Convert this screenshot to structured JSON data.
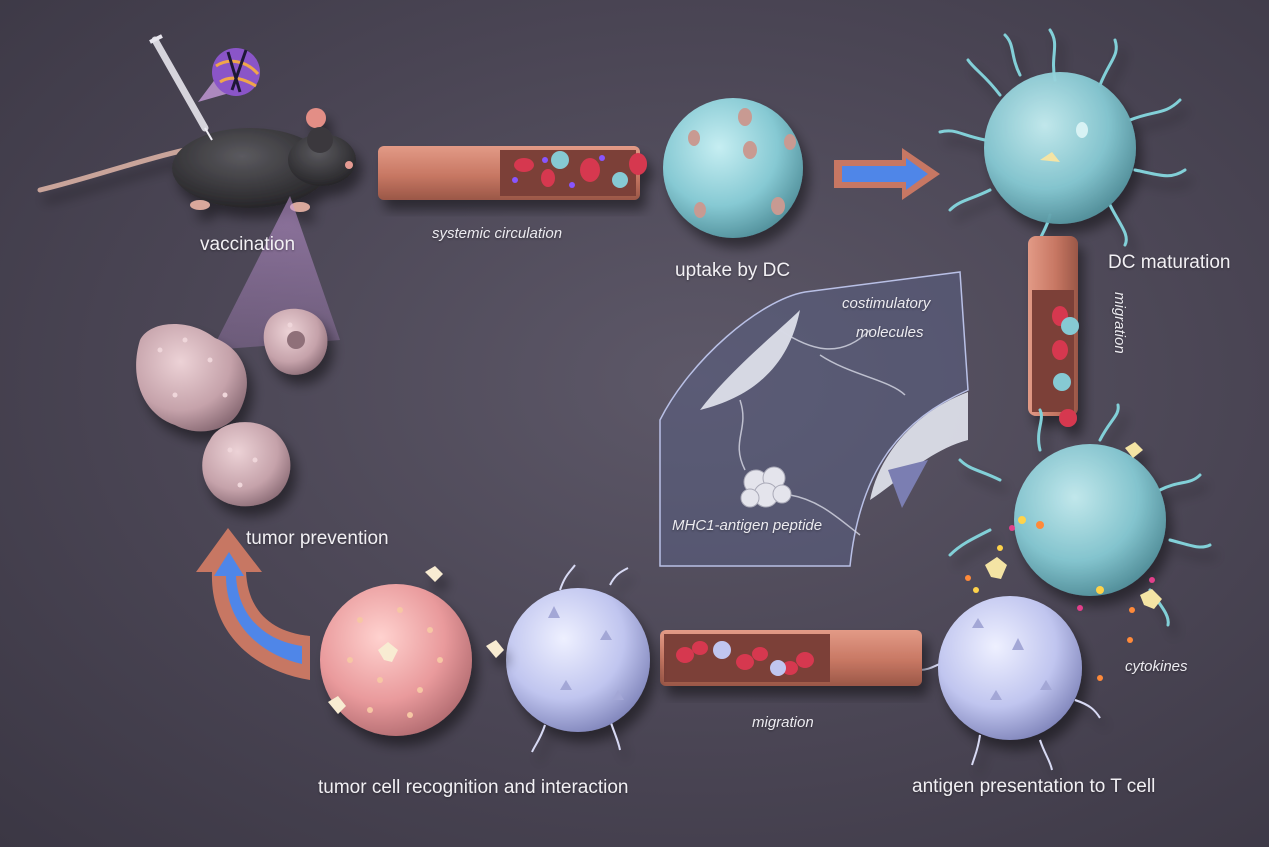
{
  "labels": {
    "vaccination": "vaccination",
    "systemic_circulation": "systemic circulation",
    "uptake_by_dc": "uptake by DC",
    "dc_maturation": "DC maturation",
    "migration_vertical": "migration",
    "costimulatory": "costimulatory",
    "molecules": "molecules",
    "mhc1_antigen_peptide": "MHC1-antigen peptide",
    "tumor_prevention": "tumor prevention",
    "cytokines": "cytokines",
    "migration_bottom": "migration",
    "tumor_cell_recognition": "tumor cell recognition and interaction",
    "antigen_presentation": "antigen presentation to T cell"
  },
  "colors": {
    "background": "#4a4554",
    "vessel": "#c97a66",
    "arrow_fill": "#4f86e8",
    "dendritic_cell": "#8ccfd8",
    "t_cell": "#c2c6f0",
    "tumor_cell": "#e89a9e",
    "tumor_prevented": "#c9a6ad",
    "red_blood_cell": "#d6384f",
    "mouse": "#3b3a3d"
  }
}
